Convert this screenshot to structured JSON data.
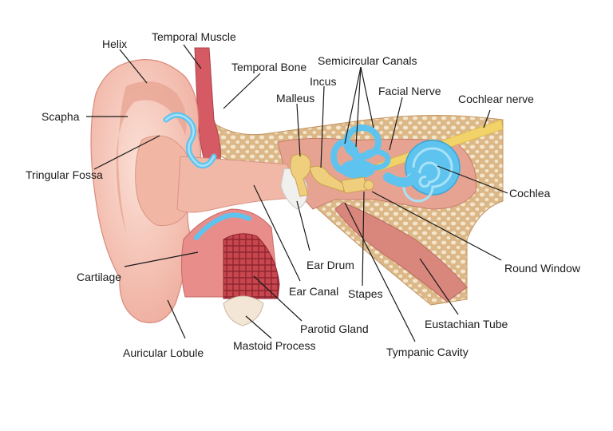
{
  "labels": {
    "helix": "Helix",
    "temporal_muscle": "Temporal Muscle",
    "temporal_bone": "Temporal Bone",
    "semicircular_canals": "Semicircular Canals",
    "incus": "Incus",
    "malleus": "Malleus",
    "facial_nerve": "Facial Nerve",
    "cochlear_nerve": "Cochlear nerve",
    "scapha": "Scapha",
    "triangular_fossa": "Tringular Fossa",
    "cochlea": "Cochlea",
    "round_window": "Round Window",
    "cartilage": "Cartilage",
    "ear_drum": "Ear Drum",
    "ear_canal": "Ear Canal",
    "stapes": "Stapes",
    "parotid_gland": "Parotid Gland",
    "eustachian_tube": "Eustachian Tube",
    "mastoid_process": "Mastoid Process",
    "auricular_lobule": "Auricular Lobule",
    "tympanic_cavity": "Tympanic Cavity"
  },
  "colors": {
    "skin": "#f4c2b3",
    "skin_shadow": "#e89c8c",
    "bone": "#dcb888",
    "bone_pore": "#f3e6cc",
    "muscle": "#d65a64",
    "fluid": "#5ec4ef",
    "ossicle": "#efcf7e",
    "nerve": "#f2d36a"
  }
}
